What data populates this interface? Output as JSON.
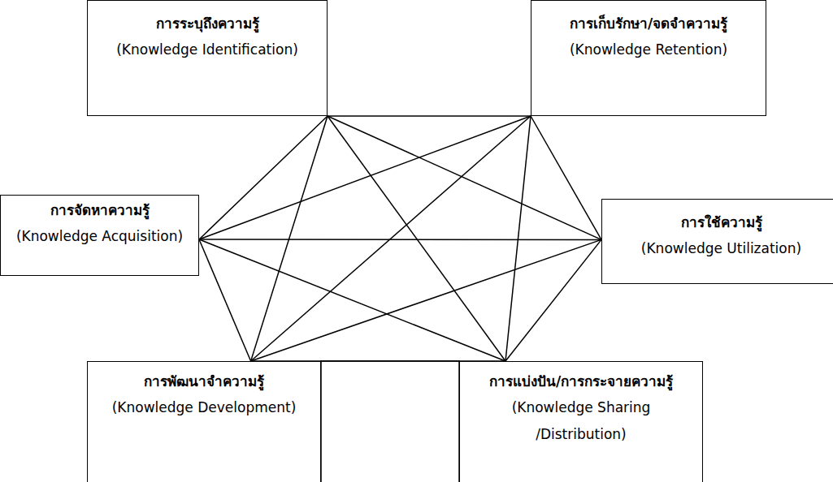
{
  "diagram": {
    "nodes": [
      {
        "text": [
          "การระบุถึงความรู้",
          "(Knowledge Identification)"
        ]
      },
      {
        "text": [
          "การเก็บรักษา/จดจำความรู้",
          "(Knowledge Retention)"
        ]
      },
      {
        "text": [
          "การจัดหาความรู้",
          "(Knowledge Acquisition)"
        ]
      },
      {
        "text": [
          "การใช้ความรู้",
          "(Knowledge Utilization)"
        ]
      },
      {
        "text": [
          "การพัฒนาจำความรู้",
          "(Knowledge Development)"
        ]
      },
      {
        "text": [
          "การแบ่งปัน/การกระจายความรู้",
          "(Knowledge Sharing /Distribution)"
        ]
      }
    ],
    "edges": [
      {
        "from": 0,
        "to": 1,
        "arrow": "none"
      },
      {
        "from": 0,
        "to": 2,
        "arrow": "none"
      },
      {
        "from": 0,
        "to": 3,
        "arrow": "none"
      },
      {
        "from": 0,
        "to": 4,
        "arrow": "none"
      },
      {
        "from": 0,
        "to": 5,
        "arrow": "none"
      },
      {
        "from": 1,
        "to": 2,
        "arrow": "none"
      },
      {
        "from": 1,
        "to": 3,
        "arrow": "none"
      },
      {
        "from": 1,
        "to": 4,
        "arrow": "none"
      },
      {
        "from": 1,
        "to": 5,
        "arrow": "none"
      },
      {
        "from": 2,
        "to": 3,
        "arrow": "none"
      },
      {
        "from": 2,
        "to": 4,
        "arrow": "none"
      },
      {
        "from": 2,
        "to": 5,
        "arrow": "none"
      },
      {
        "from": 3,
        "to": 4,
        "arrow": "none"
      },
      {
        "from": 3,
        "to": 5,
        "arrow": "none"
      },
      {
        "from": 4,
        "to": 5,
        "arrow": "none"
      }
    ]
  }
}
